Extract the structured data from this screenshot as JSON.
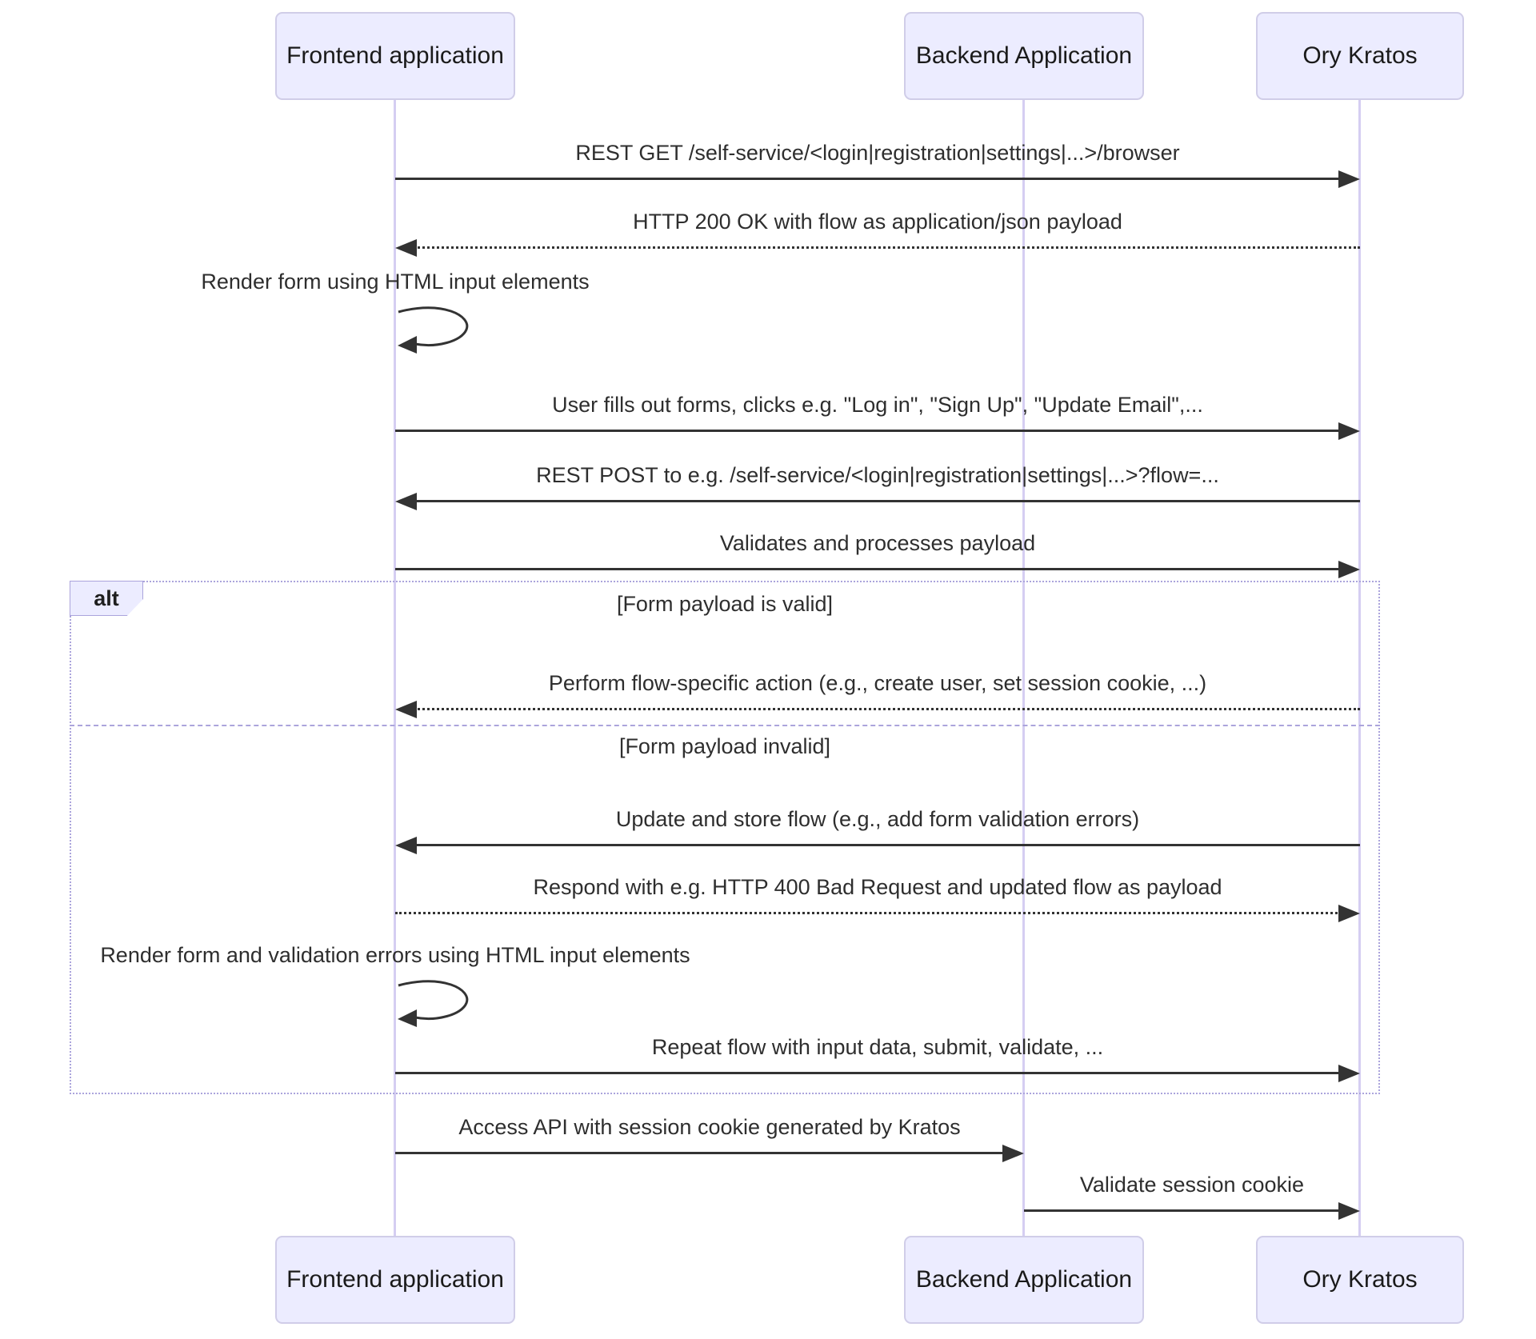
{
  "diagram": {
    "type": "sequence-diagram",
    "actors": [
      {
        "id": "frontend",
        "label": "Frontend application"
      },
      {
        "id": "backend",
        "label": "Backend Application"
      },
      {
        "id": "kratos",
        "label": "Ory Kratos"
      }
    ],
    "messages": [
      {
        "id": "m1",
        "kind": "message",
        "from": "frontend",
        "to": "kratos",
        "line": "solid",
        "text": "REST GET /self-service/<login|registration|settings|...>/browser"
      },
      {
        "id": "m2",
        "kind": "message",
        "from": "kratos",
        "to": "frontend",
        "line": "dotted",
        "text": "HTTP 200 OK with flow as application/json payload"
      },
      {
        "id": "m3",
        "kind": "self",
        "actor": "frontend",
        "line": "solid",
        "text": "Render form using HTML input elements"
      },
      {
        "id": "m4",
        "kind": "message",
        "from": "frontend",
        "to": "kratos",
        "line": "solid",
        "text": "User fills out forms, clicks e.g. \"Log in\", \"Sign Up\", \"Update Email\",..."
      },
      {
        "id": "m5",
        "kind": "message",
        "from": "kratos",
        "to": "frontend",
        "line": "solid",
        "text": "REST POST to e.g. /self-service/<login|registration|settings|...>?flow=..."
      },
      {
        "id": "m6",
        "kind": "message",
        "from": "frontend",
        "to": "kratos",
        "line": "solid",
        "text": "Validates and processes payload"
      },
      {
        "id": "m7",
        "kind": "message",
        "from": "kratos",
        "to": "frontend",
        "line": "dotted",
        "text": "Perform flow-specific action (e.g., create user, set session cookie, ...)"
      },
      {
        "id": "m8",
        "kind": "message",
        "from": "kratos",
        "to": "frontend",
        "line": "solid",
        "text": "Update and store flow (e.g., add form validation errors)"
      },
      {
        "id": "m9",
        "kind": "message",
        "from": "frontend",
        "to": "kratos",
        "line": "dotted",
        "text": "Respond with e.g. HTTP 400 Bad Request and updated flow as payload"
      },
      {
        "id": "m10",
        "kind": "self",
        "actor": "frontend",
        "line": "solid",
        "text": "Render form and validation errors using HTML input elements"
      },
      {
        "id": "m11",
        "kind": "message",
        "from": "frontend",
        "to": "kratos",
        "line": "solid",
        "text": "Repeat flow with input data, submit, validate, ..."
      },
      {
        "id": "m12",
        "kind": "message",
        "from": "frontend",
        "to": "backend",
        "line": "solid",
        "text": "Access API with session cookie generated by Kratos"
      },
      {
        "id": "m13",
        "kind": "message",
        "from": "backend",
        "to": "kratos",
        "line": "solid",
        "text": "Validate session cookie"
      }
    ],
    "alt": {
      "label": "alt",
      "sections": [
        {
          "guard": "[Form payload is valid]"
        },
        {
          "guard": "[Form payload invalid]"
        }
      ]
    },
    "colors": {
      "actor_fill": "#ECECFF",
      "actor_border": "#D0CDE8",
      "lifeline": "#D5CEF2",
      "frame_border": "#ABA4DC",
      "arrow": "#333333",
      "text": "#2E2E2E"
    }
  }
}
